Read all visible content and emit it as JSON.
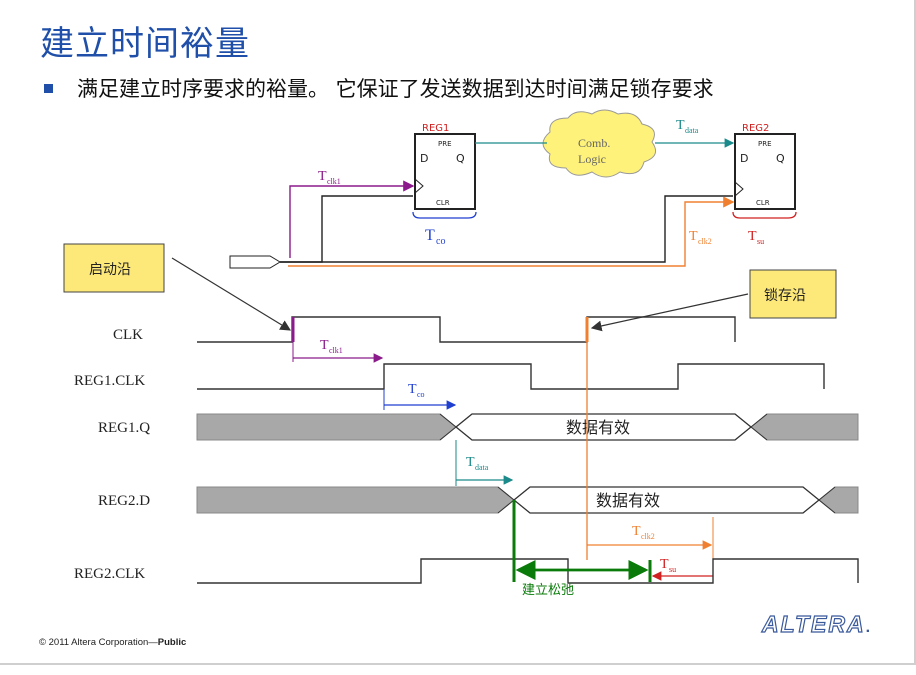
{
  "slide": {
    "title": "建立时间裕量",
    "bullet": "满足建立时序要求的裕量。 它保证了发送数据到达时间满足锁存要求",
    "footer_text": "© 2011 Altera Corporation—",
    "footer_bold": "Public",
    "logo": "ALTERA",
    "logo_dot": "."
  },
  "diagram": {
    "reg1": {
      "name": "REG1",
      "pre": "PRE",
      "d": "D",
      "q": "Q",
      "clr": "CLR"
    },
    "reg2": {
      "name": "REG2",
      "pre": "PRE",
      "d": "D",
      "q": "Q",
      "clr": "CLR"
    },
    "comb": {
      "line1": "Comb.",
      "line2": "Logic"
    },
    "params": {
      "tclk1": {
        "main": "T",
        "sub": "clk1"
      },
      "tco": {
        "main": "T",
        "sub": "co"
      },
      "tdata": {
        "main": "T",
        "sub": "data"
      },
      "tclk2": {
        "main": "T",
        "sub": "clk2"
      },
      "tsu": {
        "main": "T",
        "sub": "su"
      }
    },
    "launch_edge": "启动沿",
    "latch_edge": "锁存沿",
    "signals": {
      "clk": "CLK",
      "reg1_clk": "REG1.CLK",
      "reg1_q": "REG1.Q",
      "reg2_d": "REG2.D",
      "reg2_clk": "REG2.CLK"
    },
    "data_valid": "数据有效",
    "setup_slack": "建立松弛",
    "colors": {
      "purple": "#8b1a8b",
      "blue": "#1f3fd0",
      "teal": "#1a8a8a",
      "orange": "#f08030",
      "red": "#d02020",
      "green": "#0a7a0a",
      "callout": "#fde97a"
    }
  }
}
